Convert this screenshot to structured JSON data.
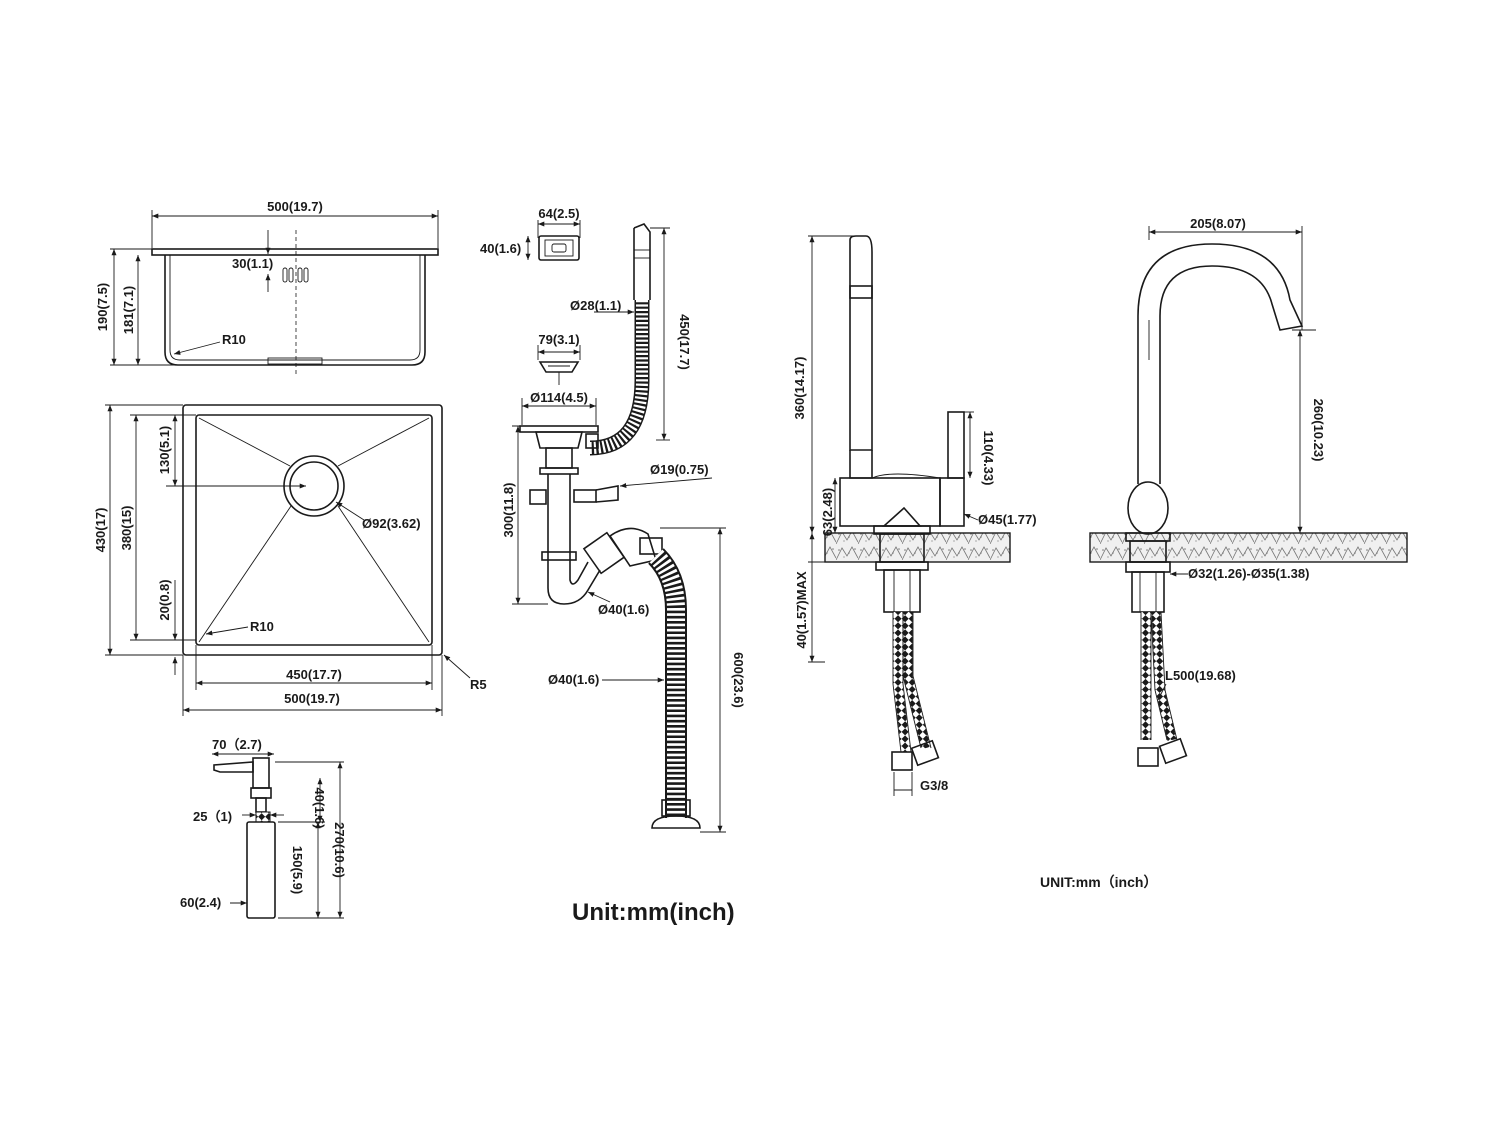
{
  "sink_side": {
    "width": "500(19.7)",
    "height_outer": "190(7.5)",
    "height_inner": "181(7.1)",
    "overflow_height": "30(1.1)",
    "corner_radius": "R10"
  },
  "sink_top": {
    "length": "430(17)",
    "inner_length": "380(15)",
    "drain_offset": "130(5.1)",
    "bottom_margin": "20(0.8)",
    "drain_dia": "Ø92(3.62)",
    "corner_radius": "R10",
    "edge_radius": "R5",
    "inner_width": "450(17.7)",
    "outer_width": "500(19.7)"
  },
  "overflow_cap": {
    "width": "64(2.5)",
    "height": "40(1.6)"
  },
  "drain_kit": {
    "overflow_pipe_dia": "Ø28(1.1)",
    "overflow_pipe_length": "450(17.7)",
    "strainer_dia": "79(3.1)",
    "flange_dia": "Ø114(4.5)",
    "side_outlet_dia": "Ø19(0.75)",
    "trap_height": "300(11.8)",
    "trap_dia": "Ø40(1.6)",
    "hose_dia": "Ø40(1.6)",
    "hose_length": "600(23.6)"
  },
  "unit_label": "Unit:mm(inch)",
  "soap_dispenser": {
    "nozzle": "70（2.7)",
    "neck": "25（1)",
    "top": "40(1.6)",
    "total": "270(10.6)",
    "bottle": "150(5.9)",
    "bottle_dia": "60(2.4)"
  },
  "faucet_front": {
    "height": "360(14.17)",
    "handle": "110(4.33)",
    "base_dia": "Ø45(1.77)",
    "base_height": "63(2.48)",
    "deck_max": "40(1.57)MAX",
    "thread": "G3/8"
  },
  "faucet_side": {
    "reach": "205(8.07)",
    "spout_height": "260(10.23)",
    "hole_dia": "Ø32(1.26)-Ø35(1.38)",
    "hose_length": "L500(19.68)"
  },
  "unit_label_2": "UNIT:mm（inch）"
}
